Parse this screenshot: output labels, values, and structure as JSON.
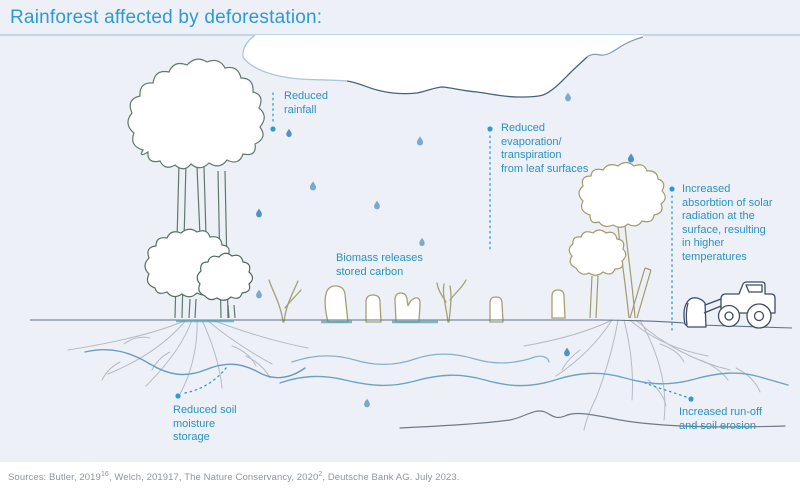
{
  "title": "Rainforest affected by deforestation:",
  "annotations": {
    "rainfall": {
      "text": "Reduced\nrainfall"
    },
    "evaporation": {
      "text": "Reduced\nevaporation/\ntranspiration\nfrom leaf surfaces"
    },
    "solar": {
      "text": "Increased\nabsorbtion of solar\nradiation at the\nsurface, resulting\nin higher\ntemperatures"
    },
    "biomass": {
      "text": "Biomass releases\nstored carbon"
    },
    "soil_moisture": {
      "text": "Reduced soil\nmoisture\nstorage"
    },
    "runoff": {
      "text": "Increased run-off\nand soil erosion"
    }
  },
  "footer": {
    "part1": "Sources: Butler, 2019",
    "sup1": "16",
    "part2": ", Welch, 201917, The Nature Conservancy, 2020",
    "sup2": "2",
    "part3": ", Deutsche Bank AG. July 2023."
  },
  "illustration": {
    "elements": [
      "cloud",
      "raindrops",
      "healthy-rainforest-trees",
      "tree-roots",
      "tree-stumps",
      "dead-shrubs",
      "remaining-trees",
      "bulldozer",
      "groundwater-waves",
      "erosion-wave"
    ]
  },
  "colors": {
    "background": "#edf1f7",
    "title_blue": "#2d9ad3",
    "label_teal": "#2a92c2",
    "leader_blue": "#2f9bd1",
    "divider_line": "#aed0e6",
    "cloud_light": "#a9c6da",
    "cloud_dark": "#46637d",
    "tree_green_outline": "#5d7a6c",
    "tree_tan_outline": "#a79f74",
    "ground": "#5d7486",
    "ground_water_teal": "#57a0b8",
    "roots_gray": "#b5bac4",
    "wave_blue": "#6ba3c4",
    "wave_dark": "#6f7987",
    "raindrop_medium": "#7aa9cf",
    "raindrop_dark": "#4e93c7",
    "tractor_navy": "#3c4c66",
    "footer_text": "#8f959f"
  }
}
